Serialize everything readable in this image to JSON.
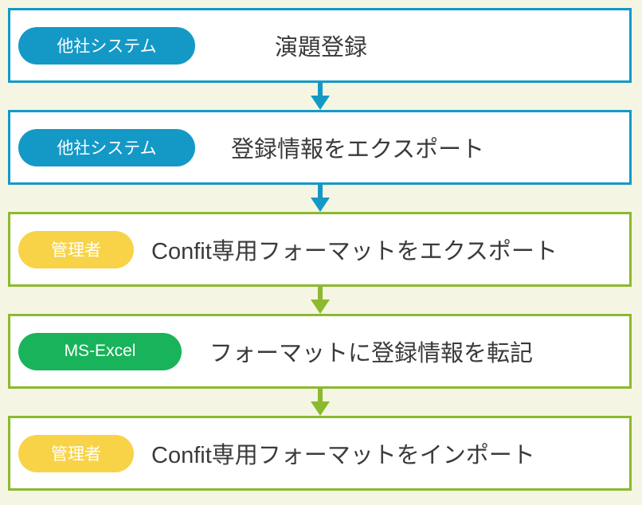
{
  "colors": {
    "background": "#F4F6E3",
    "box_background": "#FFFFFF",
    "blue": "#1499C7",
    "green": "#8CB92E",
    "badge_blue": "#1499C7",
    "badge_yellow": "#F8D348",
    "badge_green": "#18B35A",
    "badge_text": "#FFFFFF",
    "label_text": "#3A3A3A"
  },
  "flow": {
    "steps": [
      {
        "badge": "他社システム",
        "badge_color": "blue",
        "label": "演題登録",
        "box_color": "blue"
      },
      {
        "badge": "他社システム",
        "badge_color": "blue",
        "label": "登録情報をエクスポート",
        "box_color": "blue"
      },
      {
        "badge": "管理者",
        "badge_color": "yellow",
        "label": "Confit専用フォーマットをエクスポート",
        "box_color": "green"
      },
      {
        "badge": "MS-Excel",
        "badge_color": "green",
        "label": "フォーマットに登録情報を転記",
        "box_color": "green"
      },
      {
        "badge": "管理者",
        "badge_color": "yellow",
        "label": "Confit専用フォーマットをインポート",
        "box_color": "green"
      }
    ],
    "arrows": [
      {
        "color": "blue"
      },
      {
        "color": "blue"
      },
      {
        "color": "green"
      },
      {
        "color": "green"
      }
    ]
  }
}
